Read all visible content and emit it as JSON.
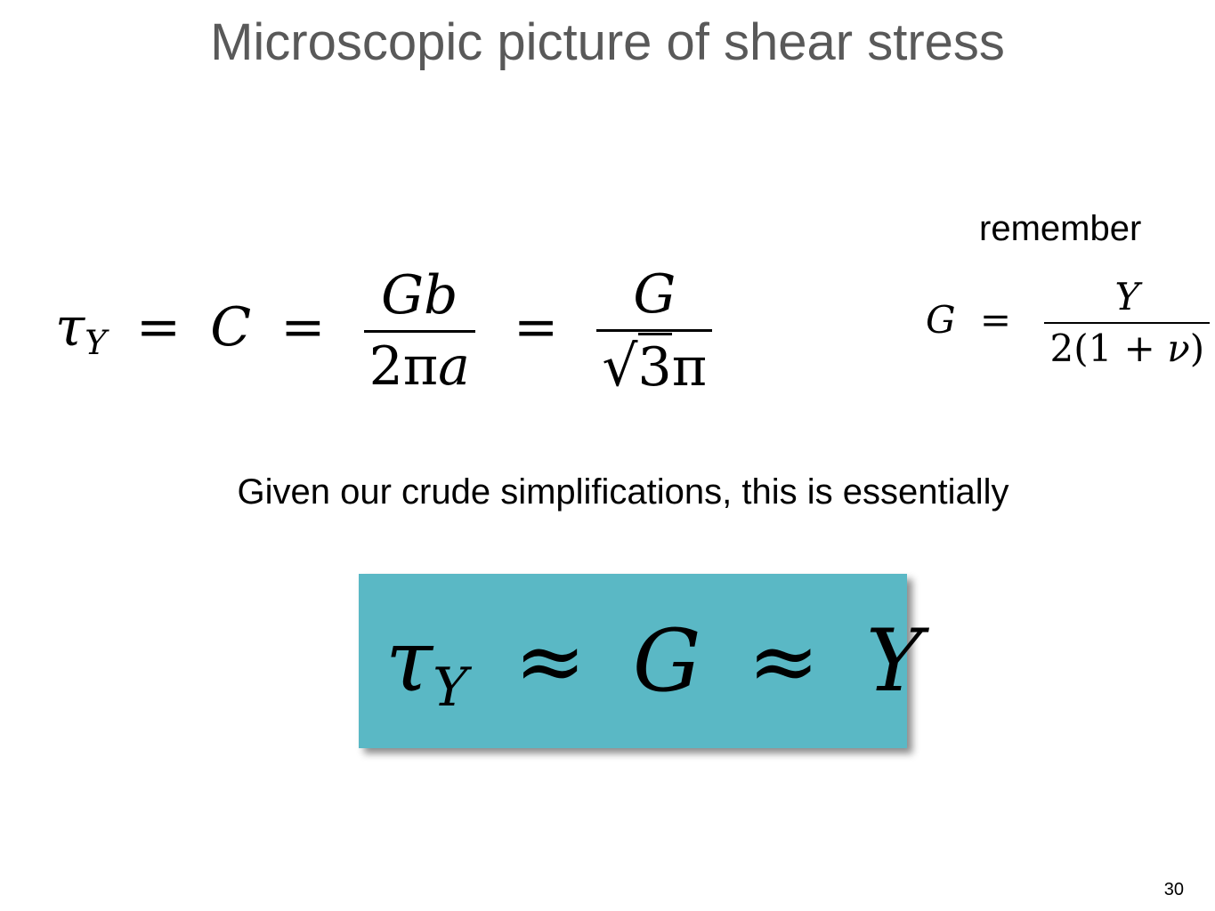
{
  "slide": {
    "title": "Microscopic picture of shear stress",
    "remember_label": "remember",
    "caption": "Given our crude simplifications, this is essentially",
    "page_number": "30"
  },
  "main_equation": {
    "lhs_symbol": "τ",
    "lhs_subscript": "Y",
    "eq1": "=",
    "const": "C",
    "eq2": "=",
    "frac1_num": "Gb",
    "frac1_den_coeff": "2π",
    "frac1_den_var": "a",
    "eq3": "=",
    "frac2_num": "G",
    "frac2_den_sqrt_sign": "√",
    "frac2_den_sqrt_arg": "3",
    "frac2_den_pi": "π"
  },
  "g_equation": {
    "lhs": "G",
    "eq": "=",
    "num": "Y",
    "den_prefix": "2(1 + ",
    "den_var": "ν",
    "den_suffix": ")"
  },
  "result_equation": {
    "box_color": "#5ab8c5",
    "lhs_symbol": "τ",
    "lhs_subscript": "Y",
    "approx1": "≈",
    "mid": "G",
    "approx2": "≈",
    "rhs": "Y"
  }
}
